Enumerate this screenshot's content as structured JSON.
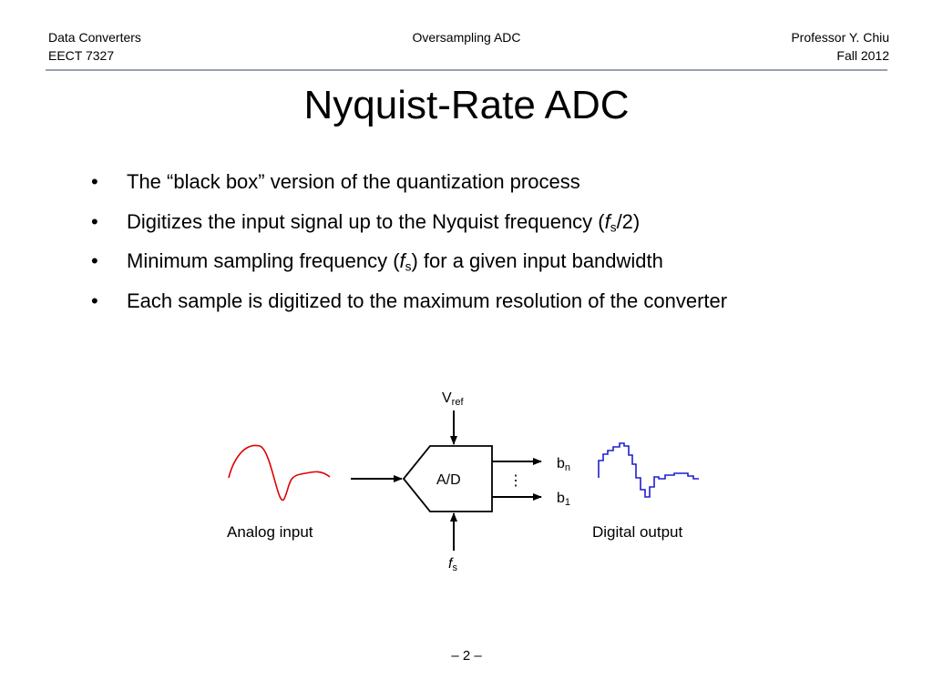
{
  "header": {
    "course": "Data Converters",
    "code": "EECT 7327",
    "topic": "Oversampling ADC",
    "professor": "Professor Y. Chiu",
    "term": "Fall 2012"
  },
  "title": "Nyquist-Rate ADC",
  "bullets": {
    "b1": "The “black box” version of the quantization process",
    "b2_pre": "Digitizes the input signal up to the Nyquist frequency (",
    "b2_var": "f",
    "b2_sub": "s",
    "b2_post": "/2)",
    "b3_pre": "Minimum sampling frequency (",
    "b3_var": "f",
    "b3_sub": "s",
    "b3_post": ") for a given input bandwidth",
    "b4": "Each sample is digitized to the maximum resolution of the converter"
  },
  "diagram": {
    "vref_main": "V",
    "vref_sub": "ref",
    "block_label": "A/D",
    "ellipsis": "⋮",
    "bn_main": "b",
    "bn_sub": "n",
    "b1_main": "b",
    "b1_sub": "1",
    "fs_main": "f",
    "fs_sub": "s",
    "analog_label": "Analog input",
    "digital_label": "Digital output",
    "analog_color": "#e00000",
    "digital_color": "#1f1fd0"
  },
  "page_number": "– 2 –"
}
